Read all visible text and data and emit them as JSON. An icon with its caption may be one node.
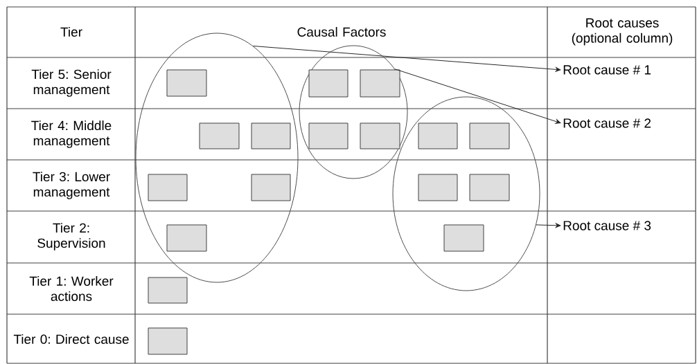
{
  "diagram": {
    "nodes": [
      {
        "text": [],
        "shape": "ellipse"
      },
      {
        "text": [],
        "shape": "box",
        "in": 0
      },
      {
        "text": [],
        "shape": "box",
        "in": 0
      },
      {
        "text": [],
        "shape": "box",
        "in": 0
      },
      {
        "text": [],
        "shape": "box",
        "in": 0
      },
      {
        "text": [],
        "shape": "box",
        "in": 0
      },
      {
        "text": [],
        "shape": "box",
        "in": 0
      },
      {
        "text": [],
        "shape": "ellipse"
      },
      {
        "text": [],
        "shape": "box",
        "in": 7
      },
      {
        "text": [],
        "shape": "box",
        "in": 7
      },
      {
        "text": [],
        "shape": "box",
        "in": 7
      },
      {
        "text": [],
        "shape": "box",
        "in": 7
      },
      {
        "text": [],
        "shape": "ellipse"
      },
      {
        "text": [],
        "shape": "box",
        "in": 12
      },
      {
        "text": [],
        "shape": "box",
        "in": 12
      },
      {
        "text": [],
        "shape": "box",
        "in": 12
      },
      {
        "text": [],
        "shape": "box",
        "in": 12
      },
      {
        "text": [],
        "shape": "box",
        "in": 12
      },
      {
        "text": [],
        "shape": "box"
      },
      {
        "text": [],
        "shape": "box"
      },
      {
        "text": [
          "Root cause # 1"
        ]
      },
      {
        "text": [
          "Root cause # 2"
        ]
      },
      {
        "text": [
          "Root cause # 3"
        ]
      }
    ],
    "edges": [
      {
        "from": 0,
        "to": 20,
        "arrow": "to"
      },
      {
        "from": 7,
        "to": 21,
        "arrow": "to"
      },
      {
        "from": 12,
        "to": 22,
        "arrow": "to"
      }
    ],
    "labels": [
      "Tier",
      "Causal Factors",
      "Root causes (optional column)",
      "Tier 5: Senior management",
      "Tier 4: Middle management",
      "Tier 3: Lower management",
      "Tier 2: Supervision",
      "Tier 1: Worker actions",
      "Tier 0: Direct cause"
    ]
  }
}
